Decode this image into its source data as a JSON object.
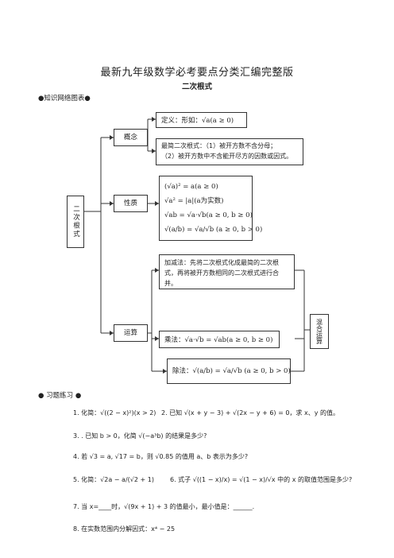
{
  "title": "最新九年级数学必考要点分类汇编完整版",
  "subtitle": "二次根式",
  "sections": {
    "network": "●知识网络图表●",
    "exercises": "● 习题练习 ●"
  },
  "diagram": {
    "root": "二次根式",
    "concept": {
      "label": "概念",
      "definition": "定义：形如：√a(a ≥ 0)",
      "simplest_line1": "最简二次根式：（1）被开方数不含分母；",
      "simplest_line2": "（2）被开方数中不含能开尽方的因数或因式。"
    },
    "properties": {
      "label": "性质",
      "items": [
        "(√a)² = a(a ≥ 0)",
        "√a² = |a|(a为实数)",
        "√ab = √a·√b(a ≥ 0, b ≥ 0)",
        "√(a/b) = √a/√b (a ≥ 0, b > 0)"
      ]
    },
    "operations": {
      "label": "运算",
      "add_sub": "加减法：先将二次根式化成最简的二次根式，再将被开方数相同的二次根式进行合并。",
      "multiply": "乘法：√a·√b = √ab(a ≥ 0, b ≥ 0)",
      "divide": "除法：√(a/b) = √a/√b (a ≥ 0, b > 0)",
      "mixed": "混合运算"
    }
  },
  "exercises": [
    "1. 化简：√((2 − x)²)(x > 2)",
    "2. 已知 √(x + y − 3) + √(2x − y + 6) = 0，求 x、y 的值。",
    "3. . 已知 b > 0，化简 √(−a³b) 的结果是多少?",
    "4. 若 √3 = a, √17 = b，则 √0.85 的值用 a、b 表示为多少?",
    "5. 化简：√2a − a/(√2 + 1)",
    "6. 式子 √((1 − x)/x) = √(1 − x)/√x 中的 x 的取值范围是多少?",
    "7. 当 x=____时，√(9x + 1) + 3 的值最小，最小值是：______.",
    "8. 在实数范围内分解因式：x⁴ − 25"
  ]
}
